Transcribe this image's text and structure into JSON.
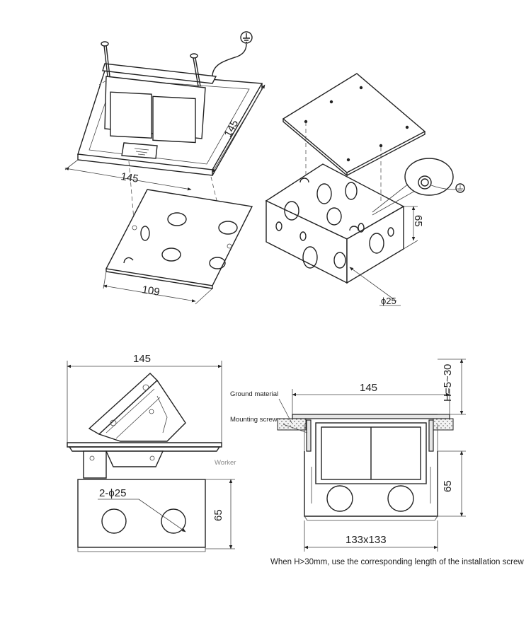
{
  "dimensions": {
    "top_left_width": "145",
    "top_left_depth": "145",
    "base_plate_width": "109",
    "junction_box_height": "65",
    "knockout_diameter": "ϕ25",
    "side_view_width": "145",
    "side_view_knockouts": "2-ϕ25",
    "side_view_box_height": "65",
    "section_width": "145",
    "section_flange_height": "H=5~30",
    "section_box_height": "65",
    "section_box_size": "133x133"
  },
  "labels": {
    "ground_material": "Ground material",
    "mounting_screw": "Mounting screw",
    "worker": "Worker"
  },
  "note": "When H>30mm, use the corresponding length of the installation screw",
  "icons": [
    "ground-symbol-icon"
  ]
}
